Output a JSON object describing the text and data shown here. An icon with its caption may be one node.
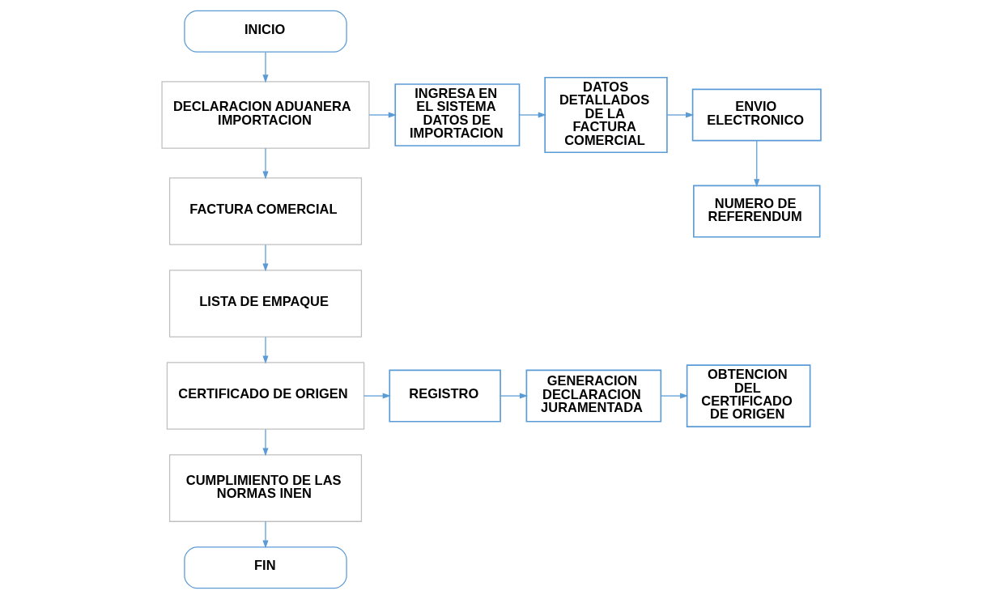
{
  "diagram": {
    "nodes": [
      {
        "text": [
          "INICIO"
        ]
      },
      {
        "text": [
          "DECLARACION ADUANERA IMPORTACION"
        ]
      },
      {
        "text": [
          "FACTURA COMERCIAL"
        ]
      },
      {
        "text": [
          "LISTA DE EMPAQUE"
        ]
      },
      {
        "text": [
          "CERTIFICADO DE ORIGEN"
        ]
      },
      {
        "text": [
          "CUMPLIMIENTO DE LAS NORMAS INEN"
        ]
      },
      {
        "text": [
          "FIN"
        ]
      },
      {
        "text": [
          "INGRESA EN EL SISTEMA DATOS DE IMPORTACION"
        ]
      },
      {
        "text": [
          "DATOS DETALLADOS DE LA FACTURA COMERCIAL"
        ]
      },
      {
        "text": [
          "ENVIO ELECTRONICO"
        ]
      },
      {
        "text": [
          "NUMERO DE REFERENDUM"
        ]
      },
      {
        "text": [
          "REGISTRO"
        ]
      },
      {
        "text": [
          "GENERACION DECLARACION JURAMENTADA"
        ]
      },
      {
        "text": [
          "OBTENCION DEL CERTIFICADO DE ORIGEN"
        ]
      }
    ],
    "edges": [
      {
        "from": 0,
        "to": 1,
        "arrow": "to"
      },
      {
        "from": 1,
        "to": 2,
        "arrow": "to"
      },
      {
        "from": 2,
        "to": 3,
        "arrow": "to"
      },
      {
        "from": 3,
        "to": 4,
        "arrow": "to"
      },
      {
        "from": 4,
        "to": 5,
        "arrow": "to"
      },
      {
        "from": 5,
        "to": 6,
        "arrow": "to"
      },
      {
        "from": 1,
        "to": 7,
        "arrow": "to"
      },
      {
        "from": 7,
        "to": 8,
        "arrow": "to"
      },
      {
        "from": 8,
        "to": 9,
        "arrow": "to"
      },
      {
        "from": 9,
        "to": 10,
        "arrow": "to"
      },
      {
        "from": 4,
        "to": 11,
        "arrow": "to"
      },
      {
        "from": 11,
        "to": 12,
        "arrow": "to"
      },
      {
        "from": 12,
        "to": 13,
        "arrow": "to"
      }
    ]
  }
}
